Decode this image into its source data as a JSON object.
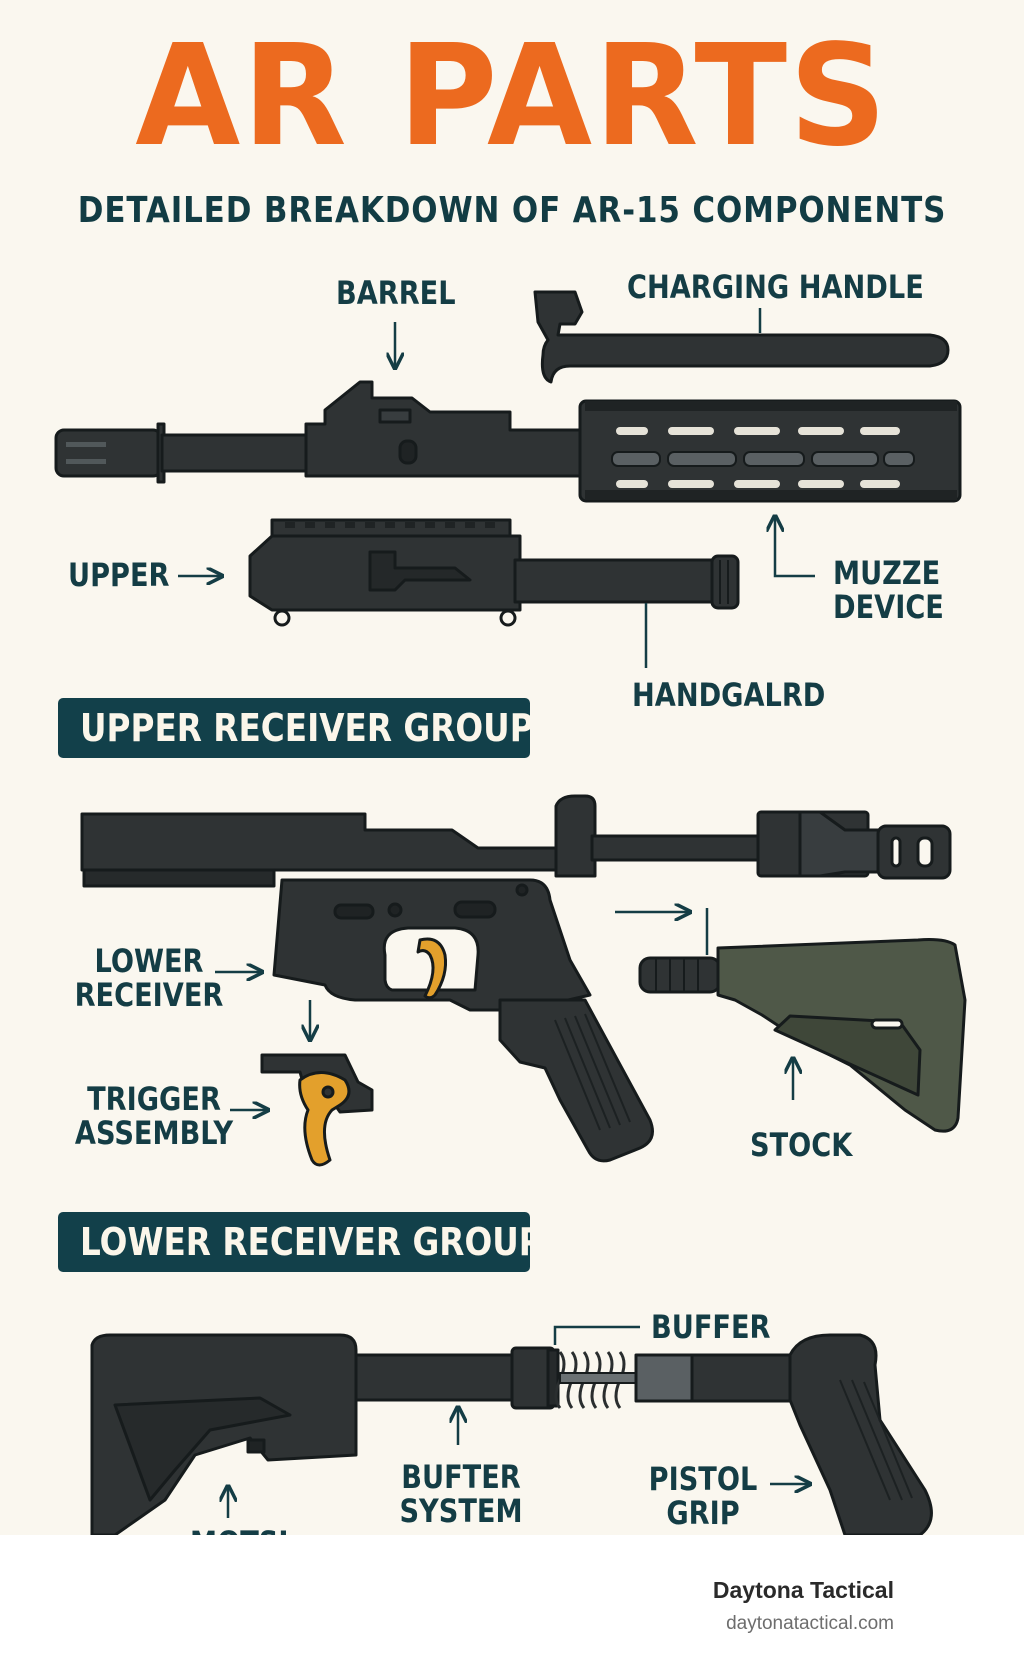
{
  "title": "AR PARTS",
  "subtitle": "DETAILED BREAKDOWN OF AR-15 COMPONENTS",
  "labels": {
    "barrel": "BARREL",
    "charging_handle": "CHARGING HANDLE",
    "upper": "UPPER",
    "muzze_device": "MUZZE\nDEVICE",
    "handgalrd": "HANDGALRD",
    "lower_receiver": "LOWER\nRECEIVER",
    "trigger_assembly": "TRIGGER\nASSEMBLY",
    "stock": "STOCK",
    "buffer": "BUFFER",
    "bufter_system": "BUFTER\nSYSTEM",
    "pistol_grip": "PISTOL\nGRIP",
    "cropped_label": "MOTSL"
  },
  "banners": {
    "upper_group": "UPPER RECEIVER GROUP",
    "lower_group": "LOWER RECEIVER GROUP"
  },
  "colors": {
    "title": "#ec6a1f",
    "text": "#143d45",
    "banner_bg": "#12404a",
    "part_dark": "#2f3334",
    "stock_olive": "#4f5848",
    "trigger_gold": "#e3a02c",
    "poster_bg": "#faf7ef"
  },
  "footer": {
    "brand": "Daytona Tactical",
    "url": "daytonatactical.com"
  }
}
